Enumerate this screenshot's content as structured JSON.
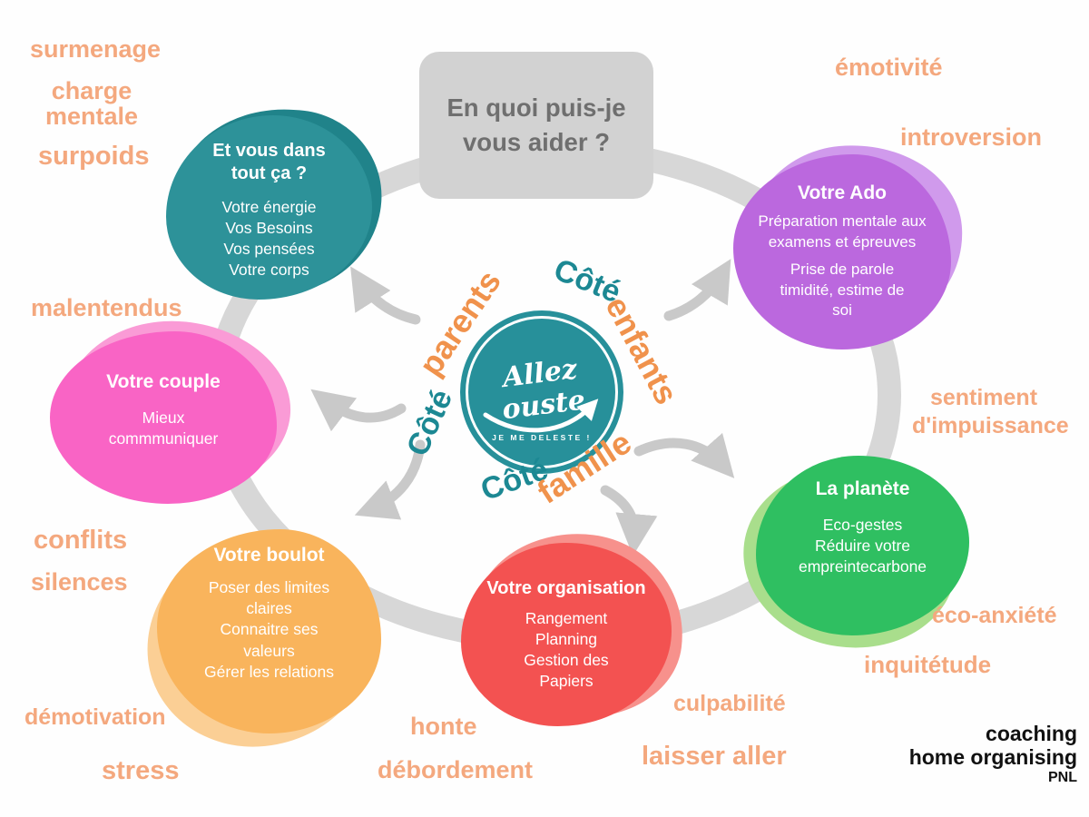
{
  "title": {
    "text": "En quoi puis-je vous aider ?"
  },
  "logo": {
    "name": "Allez ouste",
    "tagline": "JE ME DELESTE !"
  },
  "orbit_labels": [
    {
      "prefix": "Côté",
      "word": "parents"
    },
    {
      "prefix": "Côté",
      "word": "enfants"
    },
    {
      "prefix": "Côté",
      "word": "famille"
    }
  ],
  "bubbles": [
    {
      "id": "self",
      "title": "Et vous dans\ntout ça ?",
      "body": "Votre énergie\nVos Besoins\nVos pensées\nVotre corps",
      "body2": "",
      "color": "#2d9299"
    },
    {
      "id": "ado",
      "title": "Votre Ado",
      "body": "Préparation mentale aux\nexamens et épreuves",
      "body2": "Prise de parole\ntimidité, estime de\nsoi",
      "color": "#bb68de"
    },
    {
      "id": "couple",
      "title": "Votre couple",
      "body": "Mieux\ncommmuniquer",
      "body2": "",
      "color": "#f964c5"
    },
    {
      "id": "planet",
      "title": "La planète",
      "body": "Eco-gestes\nRéduire votre\nempreintecarbone",
      "body2": "",
      "color": "#2fbf61"
    },
    {
      "id": "work",
      "title": "Votre boulot",
      "body": "Poser des limites\nclaires\nConnaitre ses\nvaleurs\nGérer les relations",
      "body2": "",
      "color": "#f9b45c"
    },
    {
      "id": "organisation",
      "title": "Votre organisation",
      "body": "Rangement\nPlanning\nGestion des\nPapiers",
      "body2": "",
      "color": "#f35251"
    }
  ],
  "keywords": [
    {
      "label": "surmenage"
    },
    {
      "label": "charge\nmentale"
    },
    {
      "label": "surpoids"
    },
    {
      "label": "malentendus"
    },
    {
      "label": "conflits"
    },
    {
      "label": "silences"
    },
    {
      "label": "démotivation"
    },
    {
      "label": "stress"
    },
    {
      "label": "honte"
    },
    {
      "label": "débordement"
    },
    {
      "label": "laisser aller"
    },
    {
      "label": "culpabilité"
    },
    {
      "label": "inquitétude"
    },
    {
      "label": "éco-anxiété"
    },
    {
      "label": "sentiment\nd'impuissance"
    },
    {
      "label": "introversion"
    },
    {
      "label": "émotivité"
    }
  ],
  "brand": {
    "line1": "coaching",
    "line2": "home organising",
    "line3": "PNL"
  },
  "colors": {
    "teal": "#2d9299",
    "purple": "#bb68de",
    "pink": "#f964c5",
    "green": "#2fbf61",
    "orange_blob": "#f9b45c",
    "red": "#f35251",
    "keyword": "#f4a87e",
    "orbit_teal": "#1c8893",
    "orbit_orange": "#f0924c",
    "ring_gray": "#d7d7d7",
    "title_box": "#d2d2d2",
    "title_text": "#6f6f6f"
  }
}
